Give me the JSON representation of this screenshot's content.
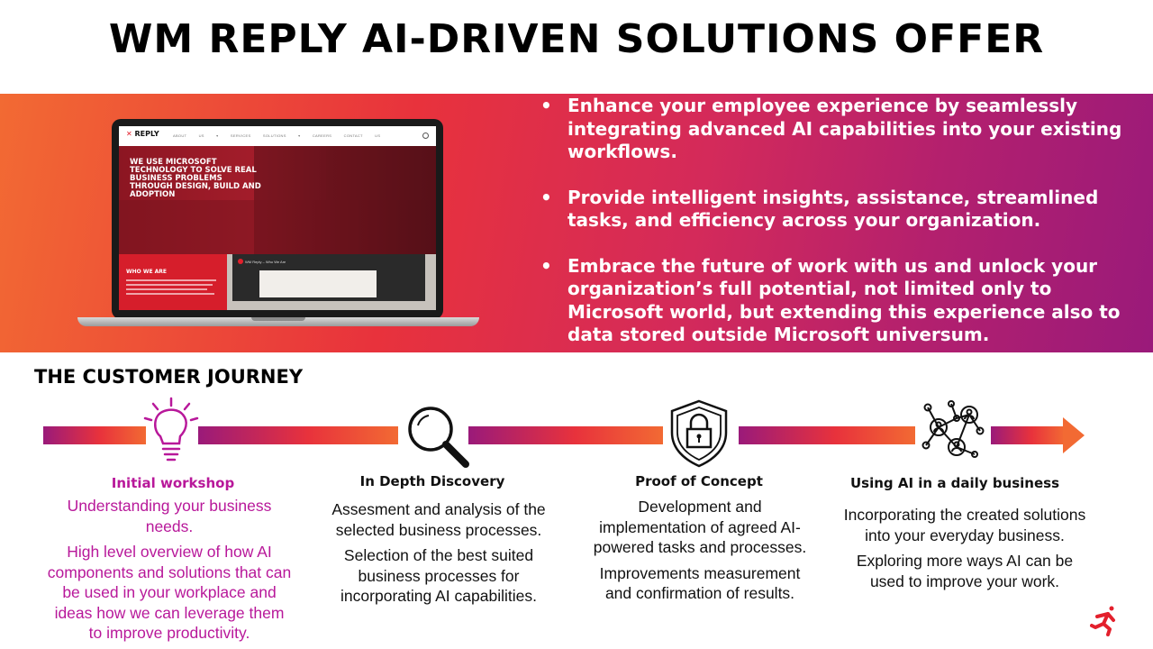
{
  "title": "WM REPLY AI-DRIVEN SOLUTIONS OFFER",
  "laptop_screen": {
    "logo": "REPLY",
    "menu": "ABOUT US ▾ SERVICES SOLUTIONS ▾ CAREERS CONTACT US",
    "hero_text": "WE USE MICROSOFT TECHNOLOGY TO SOLVE REAL BUSINESS PROBLEMS THROUGH DESIGN, BUILD AND ADOPTION",
    "who_title": "WHO WE ARE",
    "video_title": "WM Reply – Who We Are"
  },
  "banner_bullets": [
    "Enhance your employee experience by seamlessly integrating advanced AI capabilities into your existing workflows.",
    "Provide intelligent insights, assistance, streamlined tasks, and efficiency across your organization.",
    "Embrace the future of work with us and unlock your organization’s full potential, not limited only to Microsoft world, but extending this experience also to data stored outside Microsoft universum."
  ],
  "journey": {
    "title": "THE CUSTOMER JOURNEY",
    "steps": [
      {
        "icon": "lightbulb-icon",
        "title": "Initial workshop",
        "paragraphs": [
          "Understanding your business needs.",
          "High level overview of how AI components and solutions that can be used in your workplace and ideas how we can leverage them to improve productivity."
        ]
      },
      {
        "icon": "magnifier-icon",
        "title": "In Depth Discovery",
        "paragraphs": [
          "Assesment and analysis of the selected business processes.",
          "Selection of the best suited business processes for incorporating AI capabilities."
        ]
      },
      {
        "icon": "shield-lock-icon",
        "title": "Proof of Concept",
        "paragraphs": [
          "Development and implementation of agreed AI-powered tasks and processes.",
          "Improvements measurement and confirmation of results."
        ]
      },
      {
        "icon": "network-people-icon",
        "title": "Using AI in a daily business",
        "paragraphs": [
          "Incorporating the created solutions into your everyday business.",
          "Exploring more ways AI can be used to improve your work."
        ]
      }
    ]
  },
  "colors": {
    "accent_magenta": "#b8189a",
    "gradient_start": "#f26a33",
    "gradient_end": "#9a1a7a",
    "brand_red": "#e3202c"
  },
  "brand_icon": "reply-runner-icon"
}
